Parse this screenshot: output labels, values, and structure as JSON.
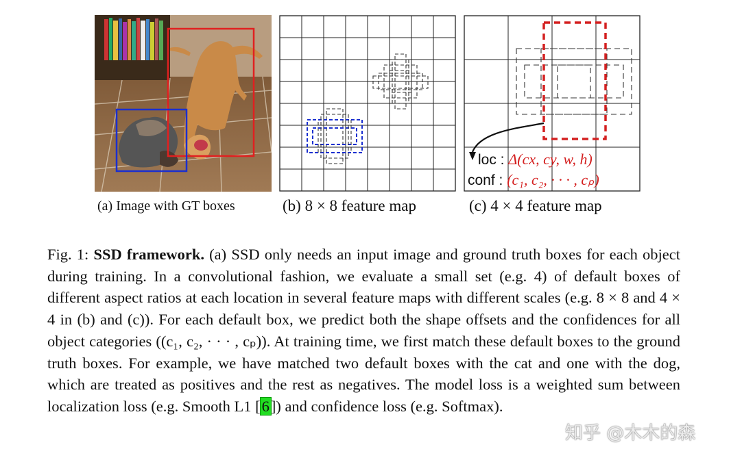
{
  "panels": {
    "a_caption": "(a) Image with GT boxes",
    "b_caption": "(b) 8 × 8 feature map",
    "c_caption": "(c) 4 × 4 feature map",
    "loc_label": "loc :",
    "loc_value": "Δ(cx, cy, w, h)",
    "conf_label": "conf :",
    "conf_value": "(c₁, c₂, · · · , cₚ)"
  },
  "caption": {
    "prefix": "Fig. 1: ",
    "bold": "SSD framework.",
    "text_before_ref": " (a) SSD only needs an input image and ground truth boxes for each object during training. In a convolutional fashion, we evaluate a small set (e.g. 4) of default boxes of different aspect ratios at each location in several feature maps with different scales (e.g. 8 × 8 and 4 × 4 in (b) and (c)). For each default box, we predict both the shape offsets and the confidences for all object categories ((c₁, c₂, · · · , cₚ)). At training time, we first match these default boxes to the ground truth boxes. For example, we have matched two default boxes with the cat and one with the dog, which are treated as positives and the rest as negatives. The model loss is a weighted sum between localization loss (e.g. Smooth L1 [",
    "ref": "6",
    "text_after_ref": "]) and confidence loss (e.g. Softmax)."
  },
  "watermark": "知乎 @木木的森",
  "colors": {
    "gt_dog": "#e02020",
    "gt_cat": "#1a2fd0",
    "default_box": "#333333",
    "math_red": "#d42020",
    "ref_highlight": "#22dd22"
  }
}
